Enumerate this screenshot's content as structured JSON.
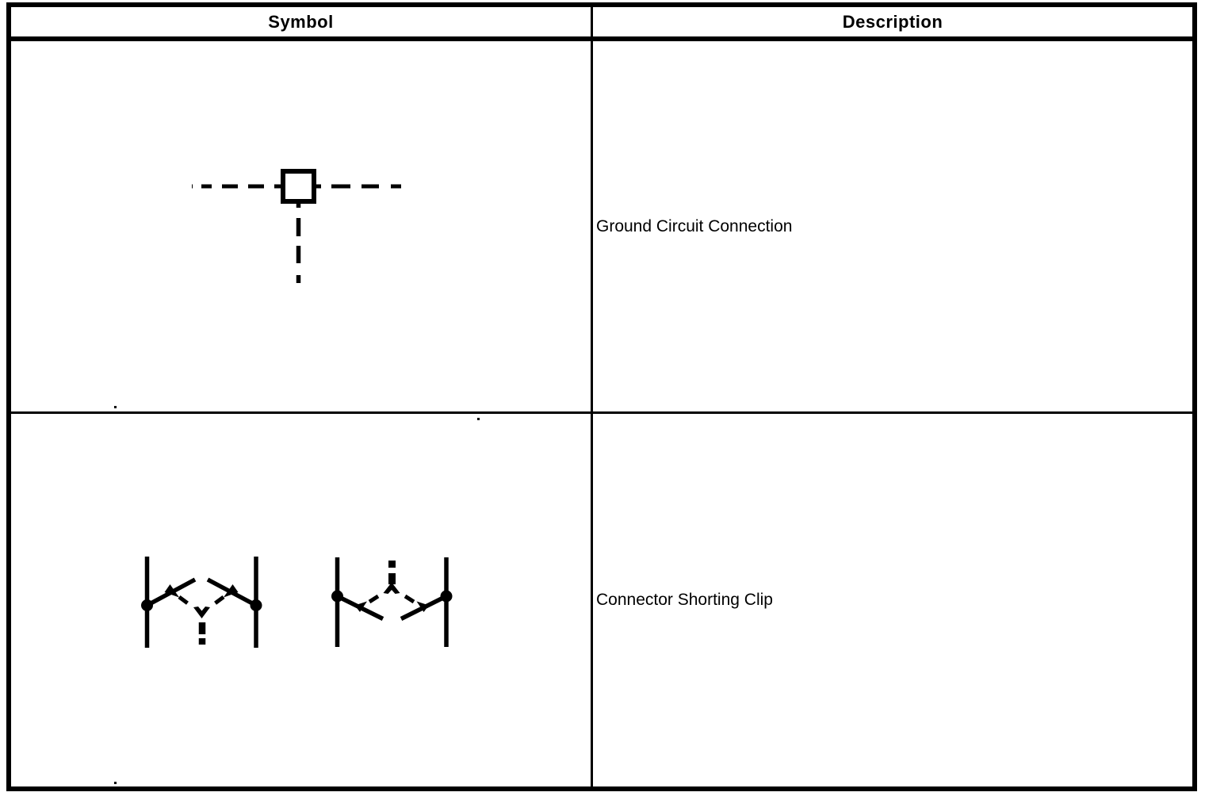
{
  "page": {
    "background_color": "#ffffff",
    "line_color": "#000000"
  },
  "table": {
    "headers": [
      {
        "label": "Symbol"
      },
      {
        "label": "Description"
      }
    ],
    "rows": [
      {
        "symbol": "ground-circuit-connection-symbol",
        "description": "Ground Circuit Connection"
      },
      {
        "symbol": "connector-shorting-clip-symbol",
        "description": "Connector Shorting Clip"
      }
    ]
  }
}
